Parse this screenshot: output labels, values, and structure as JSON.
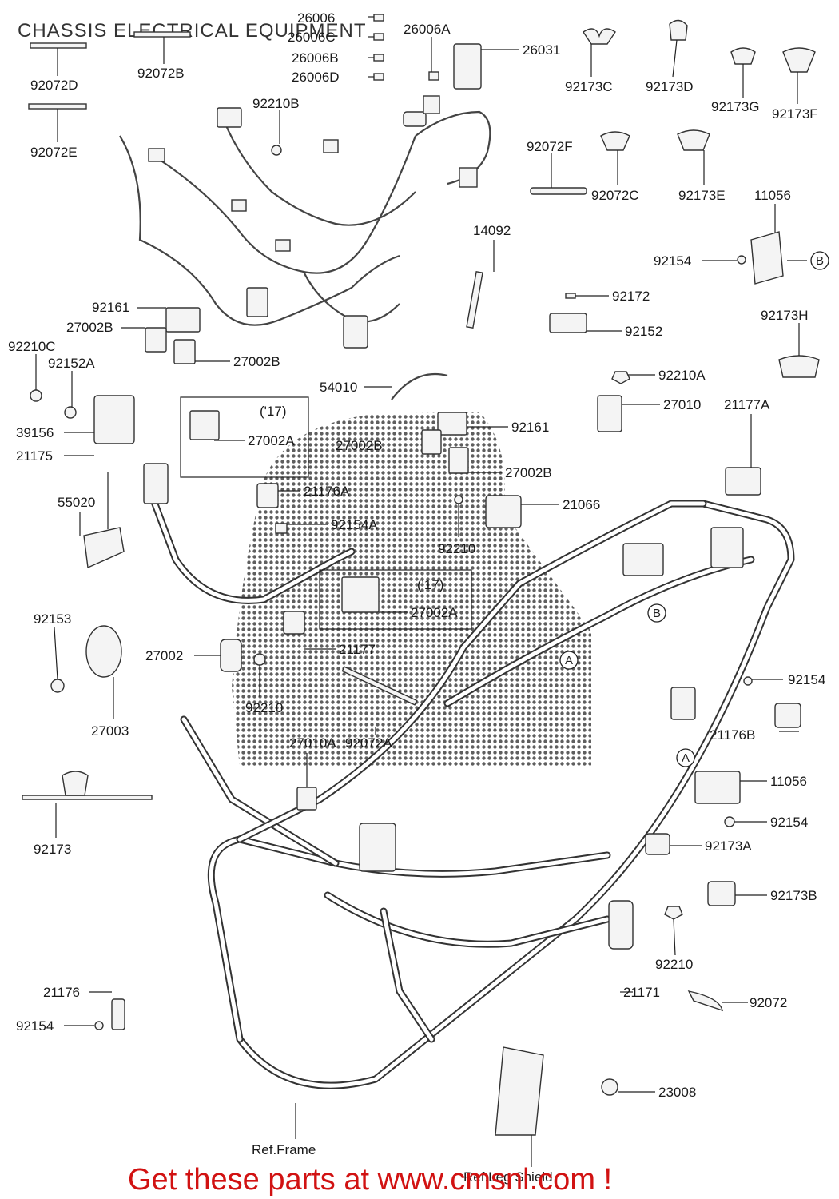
{
  "title": "CHASSIS ELECTRICAL EQUIPMENT",
  "promo": "Get these parts at www.cmsnl.com !",
  "colors": {
    "promo": "#d11212",
    "watermark": "#2a2a2a",
    "line": "#222222"
  },
  "callouts": {
    "a": "A",
    "b": "B"
  },
  "groups": {
    "year_label": "('17)"
  },
  "labels": {
    "l26006": "26006",
    "l26006C": "26006C",
    "l26006B": "26006B",
    "l26006D": "26006D",
    "l26006A": "26006A",
    "l26031": "26031",
    "l92072D": "92072D",
    "l92072B": "92072B",
    "l92072E": "92072E",
    "l92210B": "92210B",
    "l92173C": "92173C",
    "l92173D": "92173D",
    "l92173G": "92173G",
    "l92173F": "92173F",
    "l92072F": "92072F",
    "l92072C": "92072C",
    "l92173E": "92173E",
    "l11056a": "11056",
    "l92154a": "92154",
    "l14092": "14092",
    "l92172": "92172",
    "l92152": "92152",
    "l92173H": "92173H",
    "l92161a": "92161",
    "l27002Ba": "27002B",
    "l27002Bb": "27002B",
    "l92210C": "92210C",
    "l92152A": "92152A",
    "l39156": "39156",
    "l21175": "21175",
    "l27002Aa": "27002A",
    "l54010": "54010",
    "l92210A": "92210A",
    "l27010": "27010",
    "l21177A": "21177A",
    "l92161b": "92161",
    "l27002Bc": "27002B",
    "l27002Bd": "27002B",
    "l55020": "55020",
    "l21176A": "21176A",
    "l92154A": "92154A",
    "l21066": "21066",
    "l92210a": "92210",
    "l27002Ab": "27002A",
    "l92153": "92153",
    "l27002": "27002",
    "l21177": "21177",
    "l92154b": "92154",
    "l27003": "27003",
    "l92210b": "92210",
    "l27010A": "27010A",
    "l92072A": "92072A",
    "l21176B": "21176B",
    "l11056b": "11056",
    "l92154c": "92154",
    "l92173": "92173",
    "l92173A": "92173A",
    "l92173B": "92173B",
    "l92210c": "92210",
    "l21176": "21176",
    "l21171": "21171",
    "l92072": "92072",
    "l92154d": "92154",
    "l23008": "23008",
    "l_ref_frame": "Ref.Frame",
    "l_ref_leg": "Ref.Leg Shield"
  }
}
